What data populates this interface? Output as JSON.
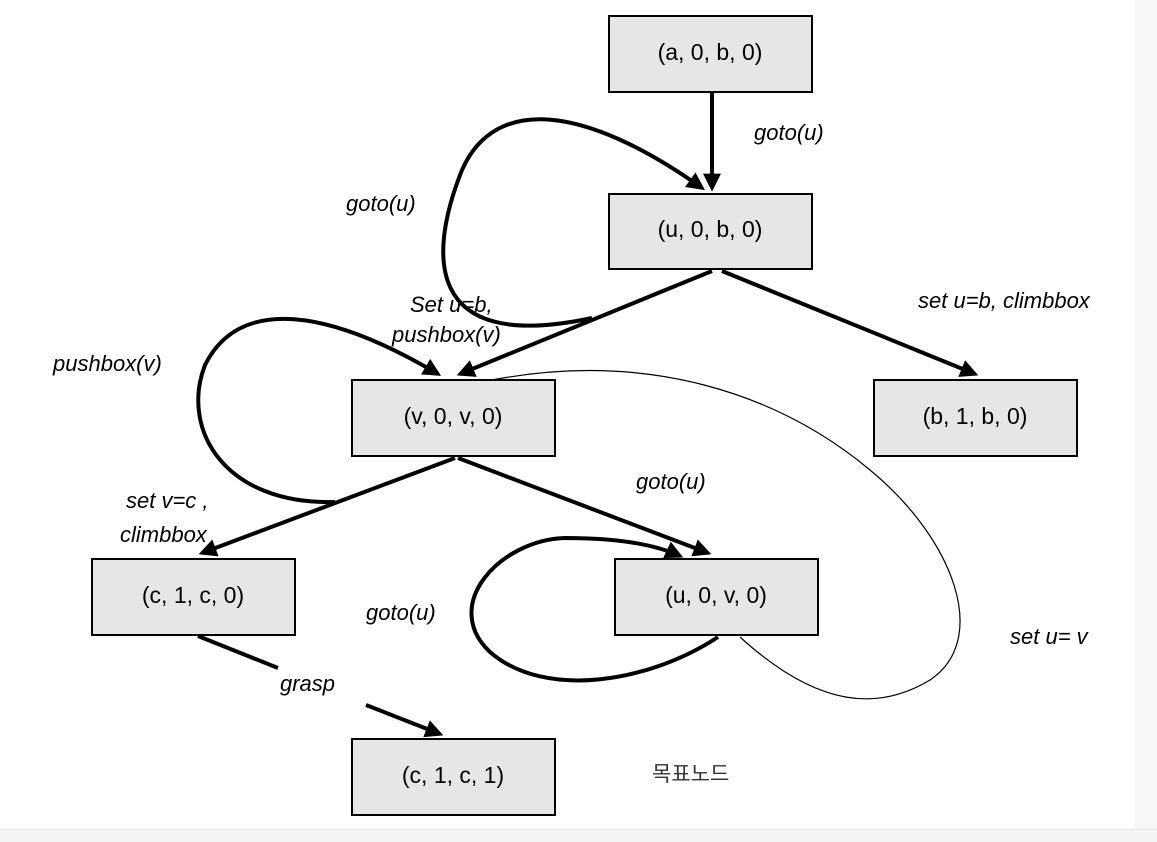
{
  "nodes": {
    "n_a0b0": "(a, 0, b, 0)",
    "n_u0b0": "(u, 0, b, 0)",
    "n_v0v0": "(v, 0, v, 0)",
    "n_b1b0": "(b, 1, b, 0)",
    "n_c1c0": "(c, 1, c, 0)",
    "n_u0v0": "(u, 0, v, 0)",
    "n_c1c1": "(c, 1, c, 1)"
  },
  "edges": {
    "e_goto_main": "goto(u)",
    "e_goto_loop_top": "goto(u)",
    "e_set_ub_l1": "Set u=b,",
    "e_set_ub_l2": "pushbox(v)",
    "e_pushbox_loop": "pushbox(v)",
    "e_set_ub_climb": "set u=b, climbbox",
    "e_set_vc_l1": "set v=c ,",
    "e_set_vc_l2": "climbbox",
    "e_goto_mid": "goto(u)",
    "e_goto_loop_bottom": "goto(u)",
    "e_set_uv": "set u= v",
    "e_grasp": "grasp"
  },
  "goal_label": "목표노드"
}
